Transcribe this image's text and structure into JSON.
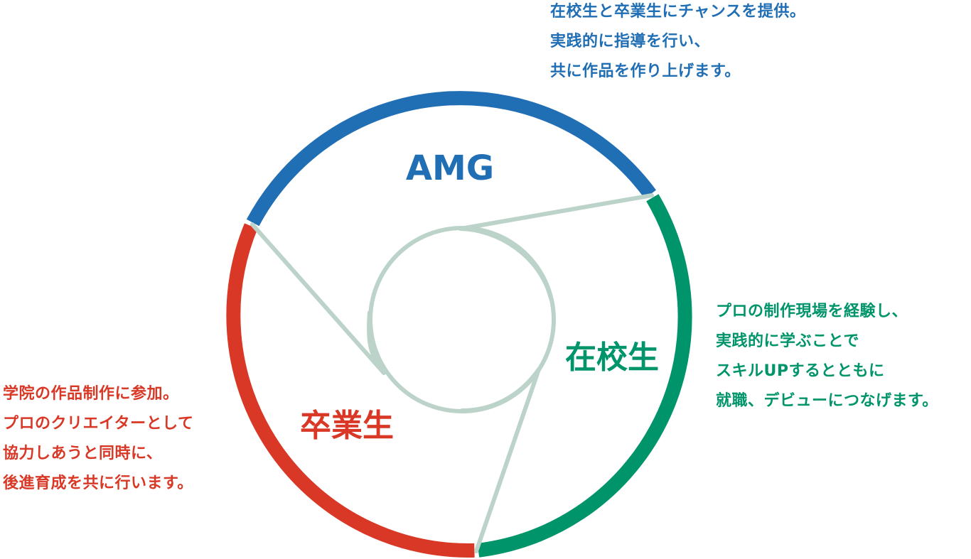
{
  "colors": {
    "amg": "#206EB4",
    "zaikousei": "#00946A",
    "sotsugyousei": "#D83825",
    "connector": "#BCD3CA"
  },
  "segments": {
    "amg": {
      "label": "AMG",
      "description": [
        "在校生と卒業生にチャンスを提供。",
        "実践的に指導を行い、",
        "共に作品を作り上げます。"
      ]
    },
    "zaikousei": {
      "label": "在校生",
      "description": [
        "プロの制作現場を経験し、",
        "実践的に学ぶことで",
        "スキルUPするとともに",
        "就職、デビューにつなげます。"
      ]
    },
    "sotsugyousei": {
      "label": "卒業生",
      "description": [
        "学院の作品制作に参加。",
        "プロのクリエイターとして",
        "協力しあうと同時に、",
        "後進育成を共に行います。"
      ]
    }
  }
}
